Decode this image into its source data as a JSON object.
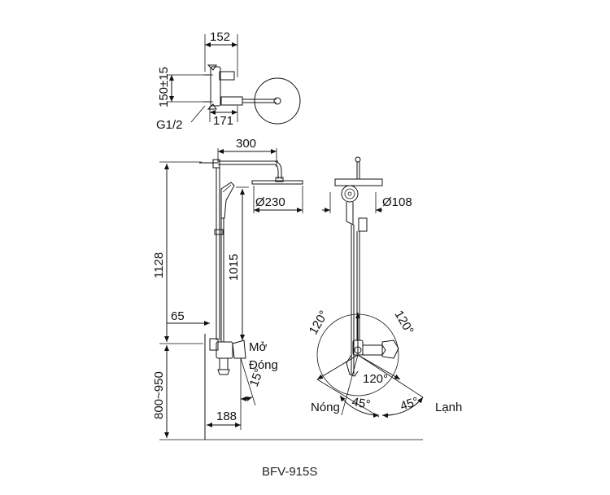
{
  "model_name": "BFV-915S",
  "top_view": {
    "dim_152": "152",
    "dim_150": "150±15",
    "dim_171": "171",
    "thread": "G1/2"
  },
  "side_view": {
    "dim_300": "300",
    "dim_230": "Ø230",
    "dim_1128": "1128",
    "dim_1015": "1015",
    "dim_65": "65",
    "dim_800_950": "800~950",
    "dim_188": "188",
    "angle_15": "15°",
    "label_open": "Mở",
    "label_close": "Đóng"
  },
  "front_view": {
    "dim_108": "Ø108",
    "angle_left": "120°",
    "angle_right": "120°",
    "angle_bottom": "120°",
    "angle_45_left": "45°",
    "angle_45_right": "45°",
    "label_hot": "Nóng",
    "label_cold": "Lạnh"
  }
}
